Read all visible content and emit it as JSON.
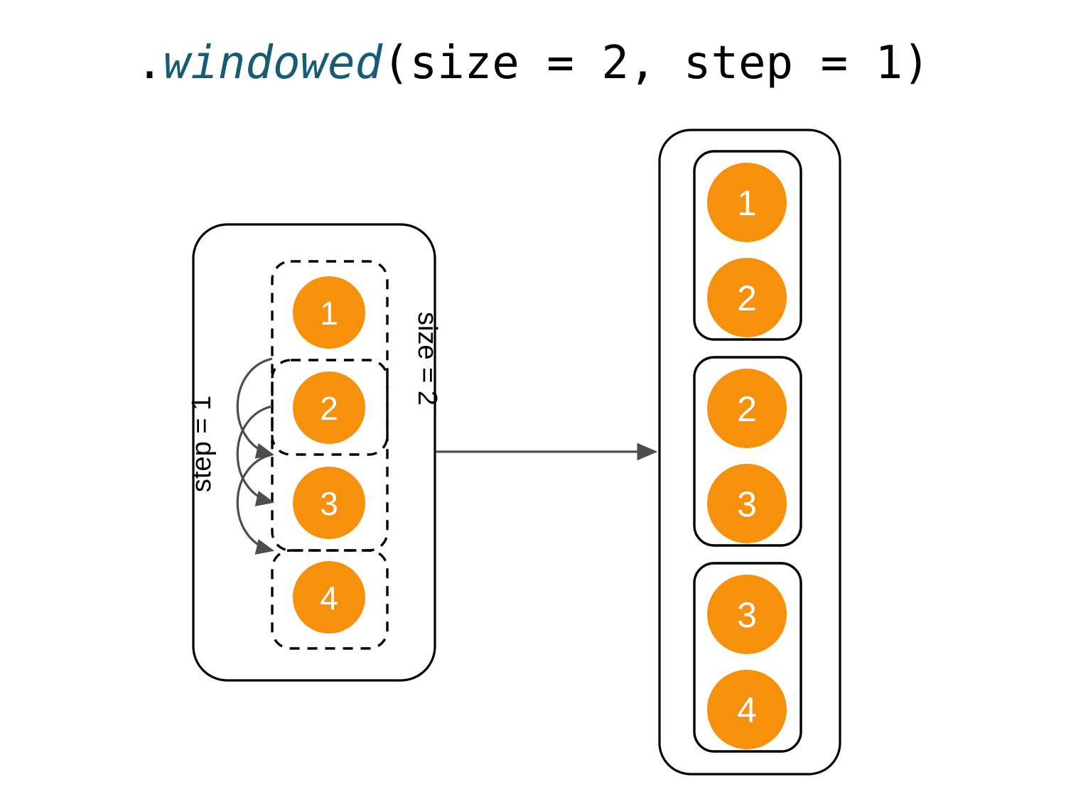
{
  "title": {
    "prefix": ".",
    "method": "windowed",
    "args": "(size = 2, step = 1)",
    "method_color": "#175C75",
    "text_color": "#000000",
    "full": ".windowed(size = 2, step = 1)"
  },
  "colors": {
    "node_fill": "#F7900B",
    "node_text": "#FFFFFF",
    "container_stroke": "#000000",
    "window_stroke": "#000000",
    "arrow_stroke": "#4D4D4D",
    "background": "#FFFFFF"
  },
  "source": {
    "name": "source-collection",
    "items": [
      "1",
      "2",
      "3",
      "4"
    ],
    "windows": [
      {
        "label": "window-1",
        "items": [
          "1",
          "2"
        ]
      },
      {
        "label": "window-2",
        "items": [
          "2",
          "3"
        ]
      },
      {
        "label": "window-3",
        "items": [
          "3",
          "4"
        ]
      }
    ],
    "annotations": {
      "size": "size = 2",
      "step": "step = 1"
    }
  },
  "result": {
    "name": "result-collection",
    "groups": [
      {
        "label": "result-window-1",
        "items": [
          "1",
          "2"
        ]
      },
      {
        "label": "result-window-2",
        "items": [
          "2",
          "3"
        ]
      },
      {
        "label": "result-window-3",
        "items": [
          "3",
          "4"
        ]
      }
    ]
  },
  "transform_arrow": {
    "name": "transform-arrow",
    "from": "source-collection",
    "to": "result-collection"
  },
  "step_arrows": [
    {
      "name": "step-arrow-1"
    },
    {
      "name": "step-arrow-2"
    },
    {
      "name": "step-arrow-3"
    }
  ]
}
